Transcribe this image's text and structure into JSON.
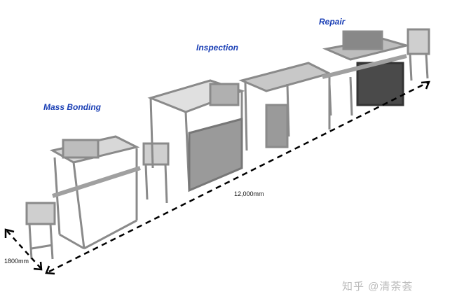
{
  "labels": {
    "mass_bonding": "Mass Bonding",
    "inspection": "Inspection",
    "repair": "Repair"
  },
  "dimensions": {
    "length": "12,000mm",
    "width": "1800mm"
  },
  "watermark": "知乎 @清荼荟",
  "colors": {
    "label": "#1a3fb5",
    "frame": "#8a8a8a"
  }
}
